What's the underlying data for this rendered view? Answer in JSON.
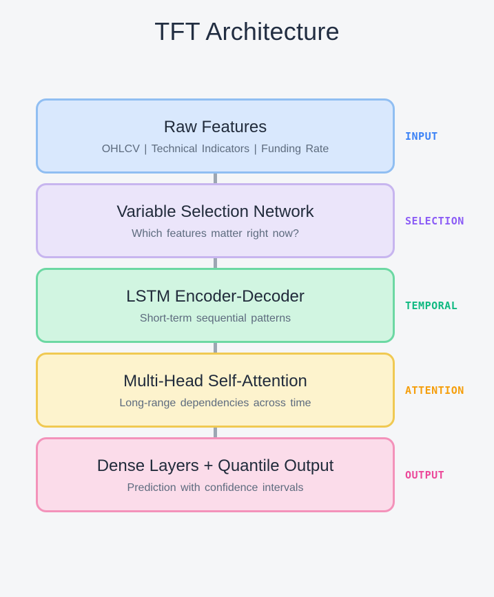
{
  "page": {
    "title": "TFT Architecture",
    "background": "#f5f6f8",
    "title_color": "#222e42"
  },
  "connector_color": "#9ca6b2",
  "layers": [
    {
      "name": "input",
      "title": "Raw Features",
      "subtitle": "OHLCV | Technical Indicators | Funding Rate",
      "tag": "INPUT",
      "fill": "#d9e8fd",
      "border": "#90bef2",
      "tag_color": "#3b82f6"
    },
    {
      "name": "selection",
      "title": "Variable Selection Network",
      "subtitle": "Which features matter right now?",
      "tag": "SELECTION",
      "fill": "#ebe5fa",
      "border": "#c7b5ef",
      "tag_color": "#8b5cf6"
    },
    {
      "name": "temporal",
      "title": "LSTM Encoder-Decoder",
      "subtitle": "Short-term sequential patterns",
      "tag": "TEMPORAL",
      "fill": "#d1f5e1",
      "border": "#6cd8a3",
      "tag_color": "#10b981"
    },
    {
      "name": "attention",
      "title": "Multi-Head Self-Attention",
      "subtitle": "Long-range dependencies across time",
      "tag": "ATTENTION",
      "fill": "#fdf3cd",
      "border": "#f0c952",
      "tag_color": "#f59e0b"
    },
    {
      "name": "output",
      "title": "Dense Layers + Quantile Output",
      "subtitle": "Prediction with confidence intervals",
      "tag": "OUTPUT",
      "fill": "#fbdcea",
      "border": "#f392ba",
      "tag_color": "#ec4899"
    }
  ]
}
